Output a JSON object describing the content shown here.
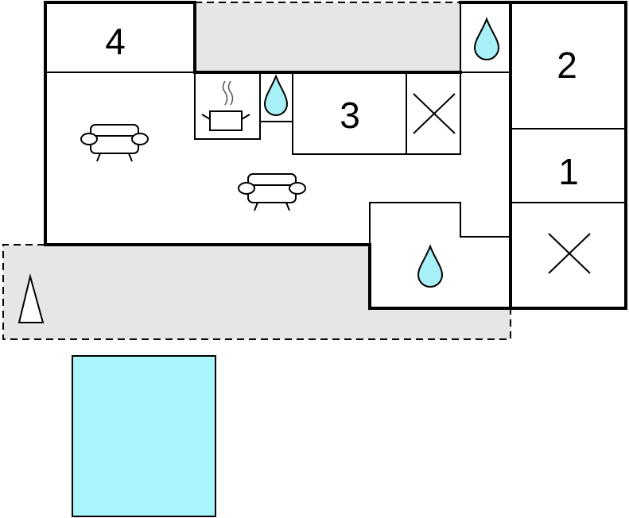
{
  "rooms": {
    "room_4": "4",
    "room_3": "3",
    "room_2": "2",
    "room_1": "1"
  },
  "colors": {
    "terrace": "#e6e6e6",
    "pool": "#a8f6fb",
    "water_drop": "#a8f0f8",
    "wall": "#000000"
  },
  "icons": [
    "sofa-icon",
    "kitchen-pot-icon",
    "water-drop-icon",
    "bed-cross-icon",
    "north-arrow-icon"
  ]
}
